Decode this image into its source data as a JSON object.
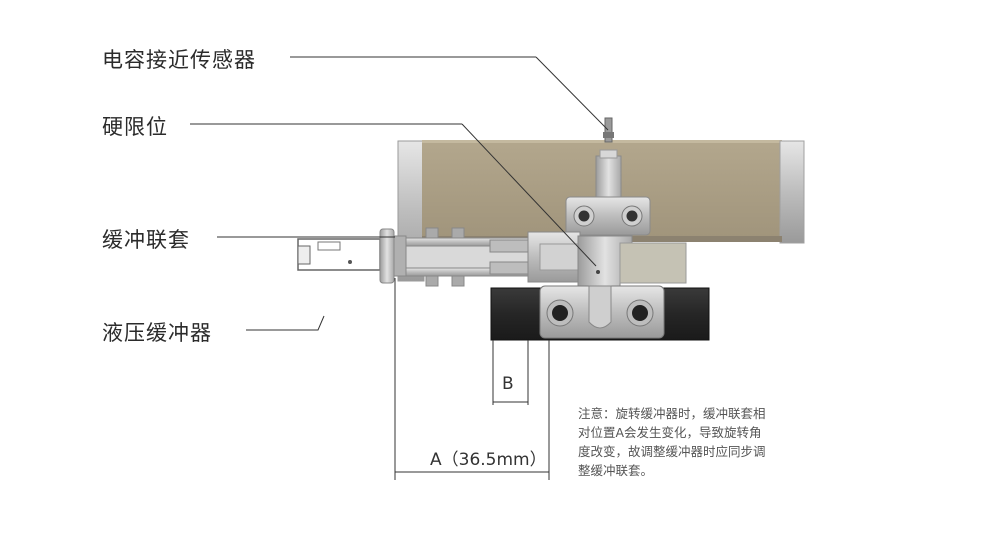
{
  "labels": {
    "capacitive_sensor": "电容接近传感器",
    "hard_limit": "硬限位",
    "buffer_coupling": "缓冲联套",
    "hydraulic_buffer": "液压缓冲器"
  },
  "dimensions": {
    "a": "A（36.5mm）",
    "b": "B"
  },
  "note": {
    "lines": [
      "注意：旋转缓冲器时，缓冲联套相",
      "对位置A会发生变化，导致旋转角",
      "度改变，故调整缓冲器时应同步调",
      "整缓冲联套。"
    ]
  },
  "colors": {
    "plate": "#aca086",
    "plate_edge": "#8c8270",
    "metal": "#c8c8c8",
    "metal_dark": "#8e8e8e",
    "buffer_body": "#2e2e2e",
    "line": "#333333"
  }
}
